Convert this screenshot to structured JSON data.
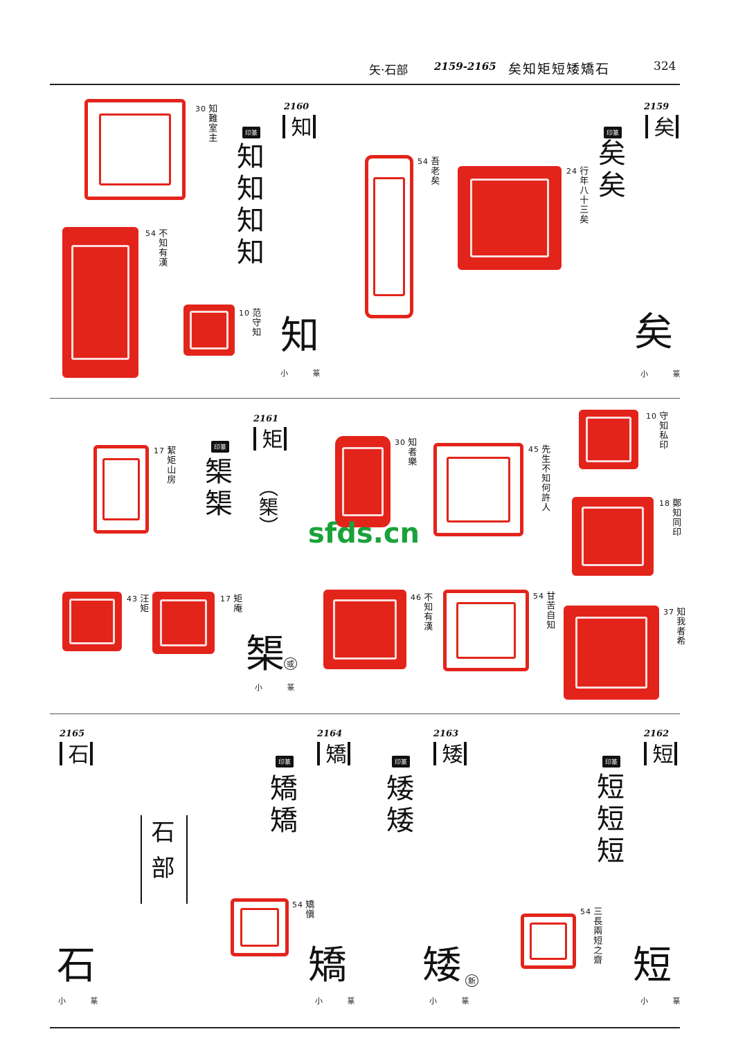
{
  "header": {
    "section": "矢·石部",
    "range": "2159-2165",
    "chars": "矣知矩短矮矯石",
    "page": "324"
  },
  "watermark": "sfds.cn",
  "entries": {
    "e2159": {
      "num": "2159",
      "head": "矣",
      "tag": "印篆",
      "glyphs": "矣矣",
      "small": "小 篆",
      "small_glyph": "矣"
    },
    "e2160": {
      "num": "2160",
      "head": "知",
      "tag": "印篆",
      "glyphs": "知知知知",
      "small": "小 篆",
      "small_glyph": "知"
    },
    "e2161": {
      "num": "2161",
      "head": "矩",
      "head_alt": "（榘）",
      "tag": "印篆",
      "glyphs": "榘榘",
      "small": "小 篆",
      "small_glyph": "榘",
      "small_note": "或"
    },
    "e2162": {
      "num": "2162",
      "head": "短",
      "tag": "印篆",
      "glyphs": "短短短",
      "small": "小 篆",
      "small_glyph": "短"
    },
    "e2163": {
      "num": "2163",
      "head": "矮",
      "tag": "印篆",
      "glyphs": "矮矮",
      "small": "小 篆",
      "small_glyph": "矮",
      "small_note": "新"
    },
    "e2164": {
      "num": "2164",
      "head": "矯",
      "tag": "印篆",
      "glyphs": "矯矯",
      "small": "小 篆",
      "small_glyph": "矯"
    },
    "e2165": {
      "num": "2165",
      "head": "石",
      "small": "小 篆",
      "small_glyph": "石",
      "radical": "石部"
    }
  },
  "seals": [
    {
      "id": "s1",
      "label": "行年八十三矣",
      "num": "24"
    },
    {
      "id": "s2",
      "label": "吾老矣",
      "num": "54"
    },
    {
      "id": "s3",
      "label": "知難室主",
      "num": "30"
    },
    {
      "id": "s4",
      "label": "不知有漢",
      "num": "54"
    },
    {
      "id": "s5",
      "label": "范守知",
      "num": "10"
    },
    {
      "id": "s6",
      "label": "守知私印",
      "num": "10"
    },
    {
      "id": "s7",
      "label": "鄭知同印",
      "num": "18"
    },
    {
      "id": "s8",
      "label": "先生不知何許人",
      "num": "45"
    },
    {
      "id": "s9",
      "label": "知者樂",
      "num": "30"
    },
    {
      "id": "s10",
      "label": "絜矩山房",
      "num": "17"
    },
    {
      "id": "s11",
      "label": "知我者希",
      "num": "37"
    },
    {
      "id": "s12",
      "label": "甘苦自知",
      "num": "54"
    },
    {
      "id": "s13",
      "label": "不知有漢",
      "num": "46"
    },
    {
      "id": "s14",
      "label": "矩庵",
      "num": "17"
    },
    {
      "id": "s15",
      "label": "汪矩",
      "num": "43"
    },
    {
      "id": "s16",
      "label": "三長兩短之齋",
      "num": "54"
    },
    {
      "id": "s17",
      "label": "矯愼",
      "num": "54"
    }
  ]
}
